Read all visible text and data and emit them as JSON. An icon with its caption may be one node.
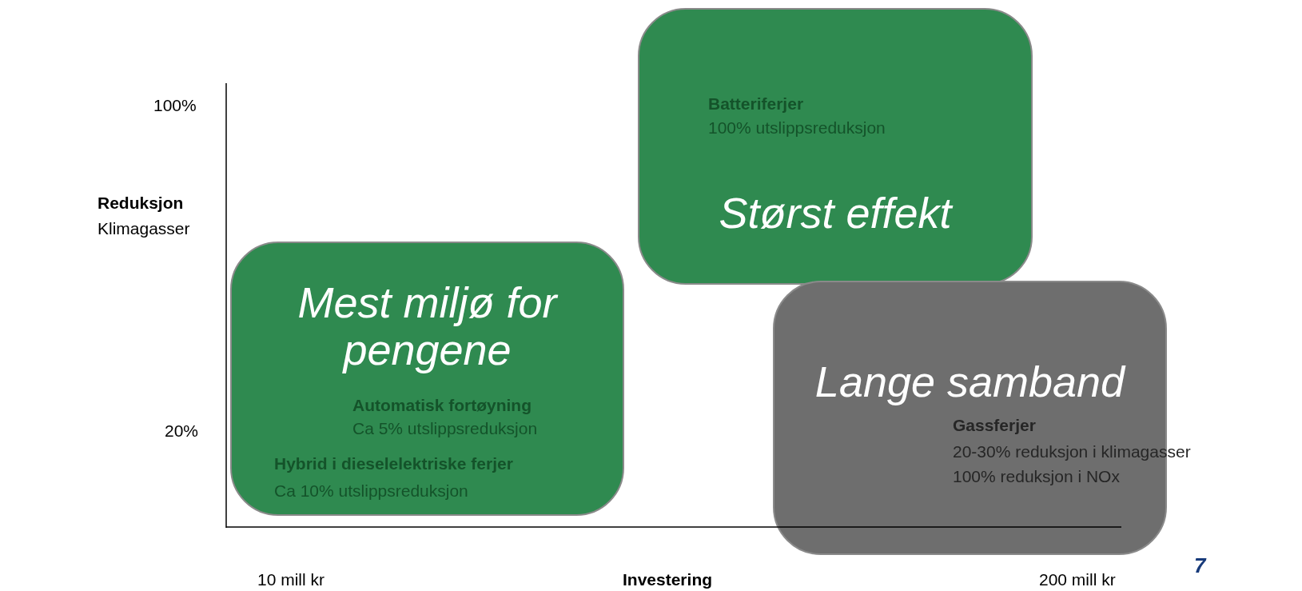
{
  "diagram": {
    "nodes": [
      {
        "text": [
          "Størst effekt"
        ]
      },
      {
        "text": [
          "Mest miljø for pengene"
        ]
      },
      {
        "text": [
          "Lange samband"
        ]
      }
    ],
    "labels": [
      "100%",
      "Batteriferjer",
      "100% utslippsreduksjon",
      "Reduksjon",
      "Klimagasser",
      "Automatisk fortøyning",
      "Ca 5% utslippsreduksjon",
      "Gassferjer",
      "20-30% reduksjon  i klimagasser",
      "20%",
      "100% reduksjon i NOx",
      "Hybrid i dieselelektriske ferjer",
      "Ca 10% utslippsreduksjon",
      "10 mill kr",
      "Investering",
      "200 mill kr",
      "7"
    ]
  }
}
